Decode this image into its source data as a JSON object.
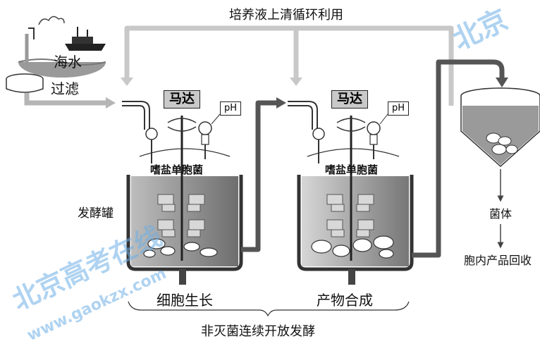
{
  "title_top": "培养液上清循环利用",
  "title_bottom": "非灭菌连续开放发酵",
  "source": {
    "seawater_label": "海水",
    "filter_label": "过滤"
  },
  "fermenter_label": "发酵罐",
  "tank1": {
    "motor_label": "马达",
    "ph_label": "pH",
    "organism_label": "嗜盐单胞菌",
    "stage_label": "细胞生长"
  },
  "tank2": {
    "motor_label": "马达",
    "ph_label": "pH",
    "organism_label": "嗜盐单胞菌",
    "stage_label": "产物合成"
  },
  "separator": {
    "cells_label": "菌体",
    "product_label": "胞内产品回收"
  },
  "watermark": {
    "brand_top": "北京",
    "brand_bottom": "北京高考在线",
    "url": "www.gaokzx.com"
  },
  "colors": {
    "pipe_dark": "#555555",
    "pipe_light": "#c8c8c8",
    "liquid": "#9a9a9a",
    "watermark": "#6fb0e6"
  }
}
